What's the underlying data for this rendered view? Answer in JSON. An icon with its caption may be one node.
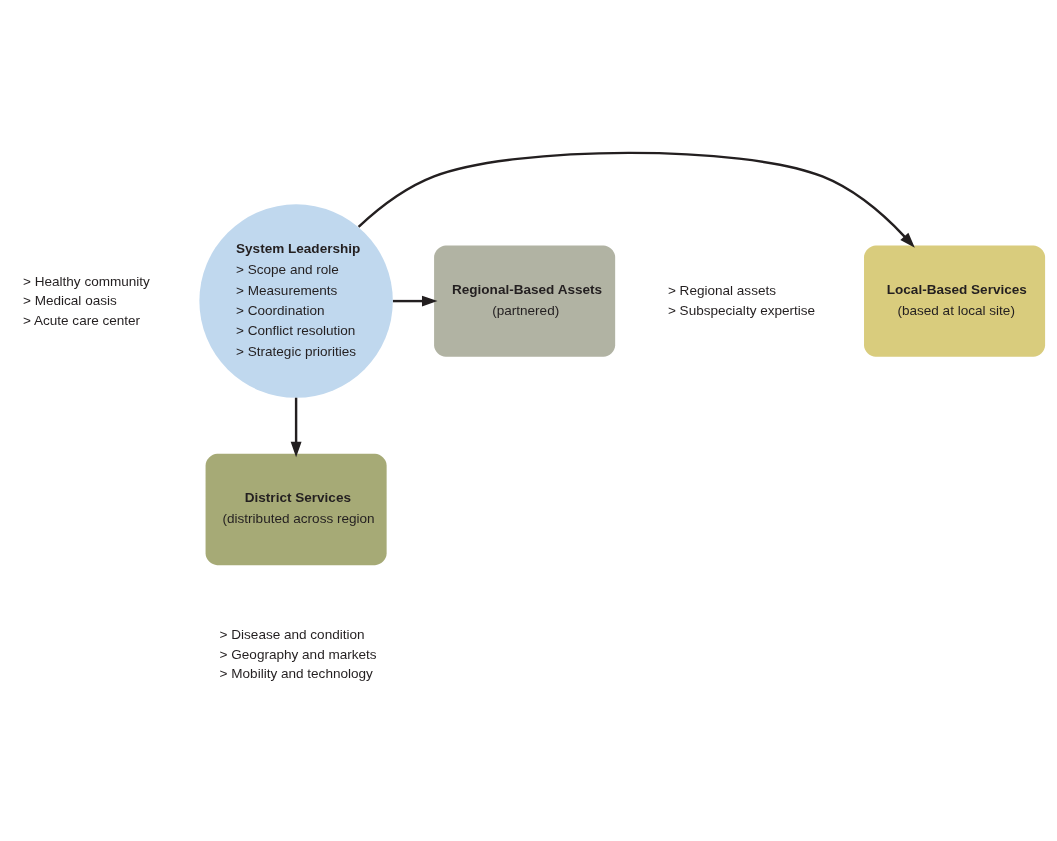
{
  "diagram": {
    "nodes": [
      {
        "text": [
          "Local-Based Services",
          "(based at local site)"
        ],
        "beside": [
          "> Healthy community",
          "> Medical oasis",
          "> Acute care center"
        ]
      },
      {
        "text": [
          "System Leadership",
          "> Scope and role",
          "> Measurements",
          "> Coordination",
          "> Conflict resolution",
          "> Strategic priorities"
        ]
      },
      {
        "text": [
          "Regional-Based Assets",
          "(partnered)"
        ],
        "beside": [
          "> Regional assets",
          "> Subspecialty expertise"
        ]
      },
      {
        "text": [
          "District Services",
          "(distributed across region"
        ],
        "beside": [
          "> Disease and condition",
          "> Geography and markets",
          "> Mobility and technology"
        ]
      }
    ],
    "edges": [
      {
        "from": 1,
        "to": 0,
        "arrow": "to"
      },
      {
        "from": 1,
        "to": 2,
        "arrow": "to"
      },
      {
        "from": 1,
        "to": 3,
        "arrow": "to"
      }
    ]
  }
}
